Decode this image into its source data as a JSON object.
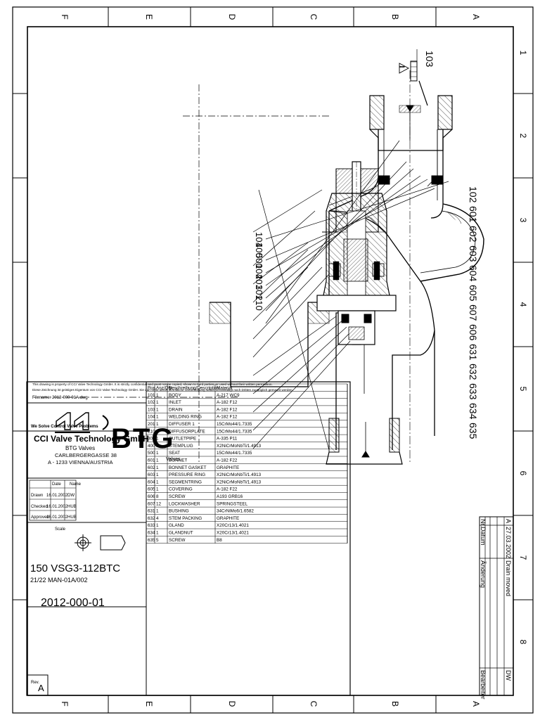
{
  "frame": {
    "zone_letters": [
      "A",
      "B",
      "C",
      "D",
      "E",
      "F"
    ],
    "zone_numbers": [
      "1",
      "2",
      "3",
      "4",
      "5",
      "6",
      "7",
      "8"
    ]
  },
  "revision_table": {
    "headers": [
      "Nr.",
      "Datum",
      "Änderung",
      "Bearbeiter"
    ],
    "rows": [
      {
        "nr": "A",
        "date": "27.03.2002",
        "change": "Drain moved",
        "by": "DW"
      }
    ]
  },
  "callouts": {
    "top": "103",
    "left": [
      "101",
      "400",
      "500",
      "104",
      "201",
      "301",
      "210"
    ],
    "right": [
      "102",
      "601",
      "602",
      "603",
      "604",
      "605",
      "607",
      "606",
      "631",
      "632",
      "633",
      "634",
      "635"
    ]
  },
  "parts_list": {
    "headers": {
      "pos": "Pos.",
      "qty": "Anz/Qty.",
      "desc": "Beschreibung/Description",
      "mat": "Material"
    },
    "rows": [
      {
        "pos": "635",
        "qty": "5",
        "desc": "SCREW",
        "mat": "B8"
      },
      {
        "pos": "634",
        "qty": "1",
        "desc": "GLANDNUT",
        "mat": "X20Cr13/1.4021"
      },
      {
        "pos": "633",
        "qty": "1",
        "desc": "GLAND",
        "mat": "X20Cr13/1.4021"
      },
      {
        "pos": "632",
        "qty": "4",
        "desc": "STEM PACKING",
        "mat": "GRAPHITE"
      },
      {
        "pos": "631",
        "qty": "1",
        "desc": "BUSHING",
        "mat": "34CrNiMo6/1.6582"
      },
      {
        "pos": "607",
        "qty": "12",
        "desc": "LOCKWASHER",
        "mat": "SPRINGSTEEL"
      },
      {
        "pos": "606",
        "qty": "8",
        "desc": "SCREW",
        "mat": "A193 GRB16"
      },
      {
        "pos": "605",
        "qty": "1",
        "desc": "COVERING",
        "mat": "A-182 F22"
      },
      {
        "pos": "604",
        "qty": "1",
        "desc": "SEGMENTRING",
        "mat": "X2NiCrMoNbTi/1.4913"
      },
      {
        "pos": "603",
        "qty": "1",
        "desc": "PRESSURE RING",
        "mat": "X2NiCrMoNbTi/1.4913"
      },
      {
        "pos": "602",
        "qty": "1",
        "desc": "BONNET GASKET",
        "mat": "GRAPHITE"
      },
      {
        "pos": "601",
        "qty": "1",
        "desc": "BONNET",
        "mat": "A-182 F22"
      },
      {
        "pos": "500",
        "qty": "1",
        "desc": "SEAT",
        "mat": "15CrMo44/1.7335"
      },
      {
        "pos": "400",
        "qty": "1",
        "desc": "STEMPLUG",
        "mat": "X2NiCrMoNbTi/1.4913"
      },
      {
        "pos": "301",
        "qty": "1",
        "desc": "OUTLETPIPE",
        "mat": "A-335 P11"
      },
      {
        "pos": "210",
        "qty": "1",
        "desc": "DIFFUSORPLATE",
        "mat": "15CrMo44/1.7335"
      },
      {
        "pos": "201",
        "qty": "1",
        "desc": "DIFFUSER 1",
        "mat": "15CrMo44/1.7335"
      },
      {
        "pos": "104",
        "qty": "1",
        "desc": "WELDING RING",
        "mat": "A-182 F12"
      },
      {
        "pos": "103",
        "qty": "1",
        "desc": "DRAIN",
        "mat": "A-182 F12"
      },
      {
        "pos": "102",
        "qty": "1",
        "desc": "INLET",
        "mat": "A-182 F12"
      },
      {
        "pos": "101",
        "qty": "1",
        "desc": "BODY",
        "mat": "A-217 WC9"
      }
    ]
  },
  "title_block": {
    "notice": "This drawing is property of CCI Valve Technology GmbH. It is strictly confidential and must not be copied, shown to third parties, or used without their written permission.",
    "notice_de": "Diese Zeichnung ist geistiges Eigentum von CCI Valve Technology GmbH. Sie darf ohne deren schriftliche Genehmigung weder vervielfältigt noch Dritten zugänglich gemacht werden.",
    "filename": "Filename: 2012-000-01A.dwg",
    "tagline": "We Solve Control Valve Problems",
    "company": "CCI Valve Technology GmbH",
    "division": "BTG Valves",
    "street": "CARLBERGERGASSE 38",
    "city": "A - 1233 VIENNA/AUSTRIA",
    "brand": "BTG",
    "brand_sub": "Valves",
    "col_date": "Date",
    "col_name": "Name",
    "rows": [
      {
        "label": "Drawn",
        "date": "16.01.2002",
        "name": "DW"
      },
      {
        "label": "Checked",
        "date": "16.01.2002",
        "name": "HUB"
      },
      {
        "label": "Approved",
        "date": "16.01.2002",
        "name": "HUB"
      }
    ],
    "scale_label": "Scale",
    "drawing_title": "150 VSG3-112BTC",
    "drawing_sub": "21/22 MAN-01A/002",
    "drawing_number": "2012-000-01",
    "rev_label": "Rev.",
    "rev": "A"
  }
}
